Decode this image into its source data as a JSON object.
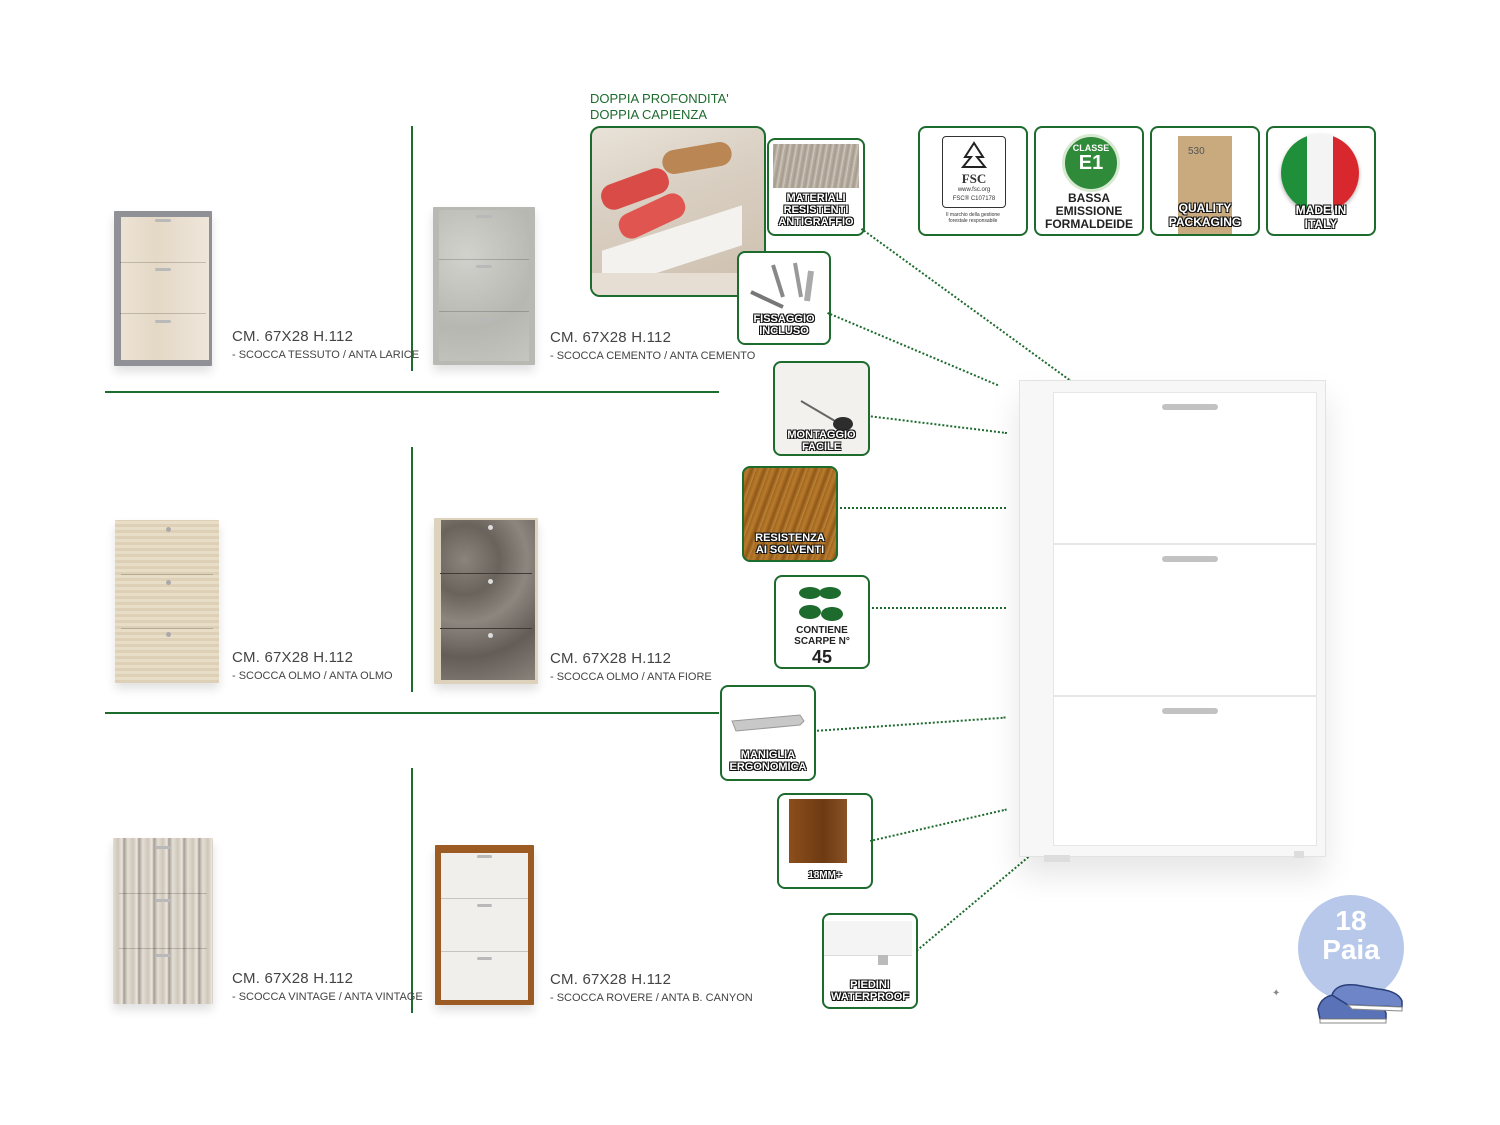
{
  "colors": {
    "accent": "#1e6b2e"
  },
  "header": {
    "line1": "DOPPIA PROFONDITA'",
    "line2": "DOPPIA CAPIENZA"
  },
  "products": [
    {
      "size": "CM. 67X28 H.112",
      "finish": "- SCOCCA TESSUTO / ANTA LARICE"
    },
    {
      "size": "CM. 67X28 H.112",
      "finish": "- SCOCCA CEMENTO / ANTA CEMENTO"
    },
    {
      "size": "CM. 67X28 H.112",
      "finish": "- SCOCCA OLMO / ANTA OLMO"
    },
    {
      "size": "CM. 67X28 H.112",
      "finish": "- SCOCCA OLMO / ANTA FIORE"
    },
    {
      "size": "CM. 67X28 H.112",
      "finish": "- SCOCCA VINTAGE / ANTA VINTAGE"
    },
    {
      "size": "CM. 67X28 H.112",
      "finish": "- SCOCCA ROVERE / ANTA B. CANYON"
    }
  ],
  "features": {
    "materiali": [
      "MATERIALI",
      "RESISTENTI",
      "ANTIGRAFFIO"
    ],
    "fissaggio": [
      "FISSAGGIO",
      "INCLUSO"
    ],
    "montaggio": [
      "MONTAGGIO",
      "FACILE"
    ],
    "resistenza": [
      "RESISTENZA",
      "AI SOLVENTI"
    ],
    "contiene": [
      "CONTIENE",
      "SCARPE N°"
    ],
    "contiene_number": "45",
    "maniglia": [
      "MANIGLIA",
      "ERGONOMICA"
    ],
    "spessore": "18MM+",
    "piedini": [
      "PIEDINI",
      "WATERPROOF"
    ]
  },
  "certs": {
    "fsc": {
      "logo": "FSC",
      "site": "www.fsc.org",
      "code": "FSC® C107178",
      "note": "Il marchio della gestione forestale responsabile"
    },
    "e1": {
      "classe": "CLASSE",
      "grade": "E1",
      "text": [
        "BASSA",
        "EMISSIONE",
        "FORMALDEIDE"
      ]
    },
    "packaging": {
      "box_code": "530",
      "text": [
        "QUALITY",
        "PACKAGING"
      ]
    },
    "italy": {
      "text": [
        "MADE IN",
        "ITALY"
      ]
    }
  },
  "capacity": {
    "number": "18",
    "unit": "Paia"
  },
  "icons": [
    "fsc-tree-icon",
    "italy-flag-icon",
    "footprints-icon",
    "sneakers-icon",
    "screws-icon",
    "screwdriver-icon",
    "handle-icon"
  ]
}
